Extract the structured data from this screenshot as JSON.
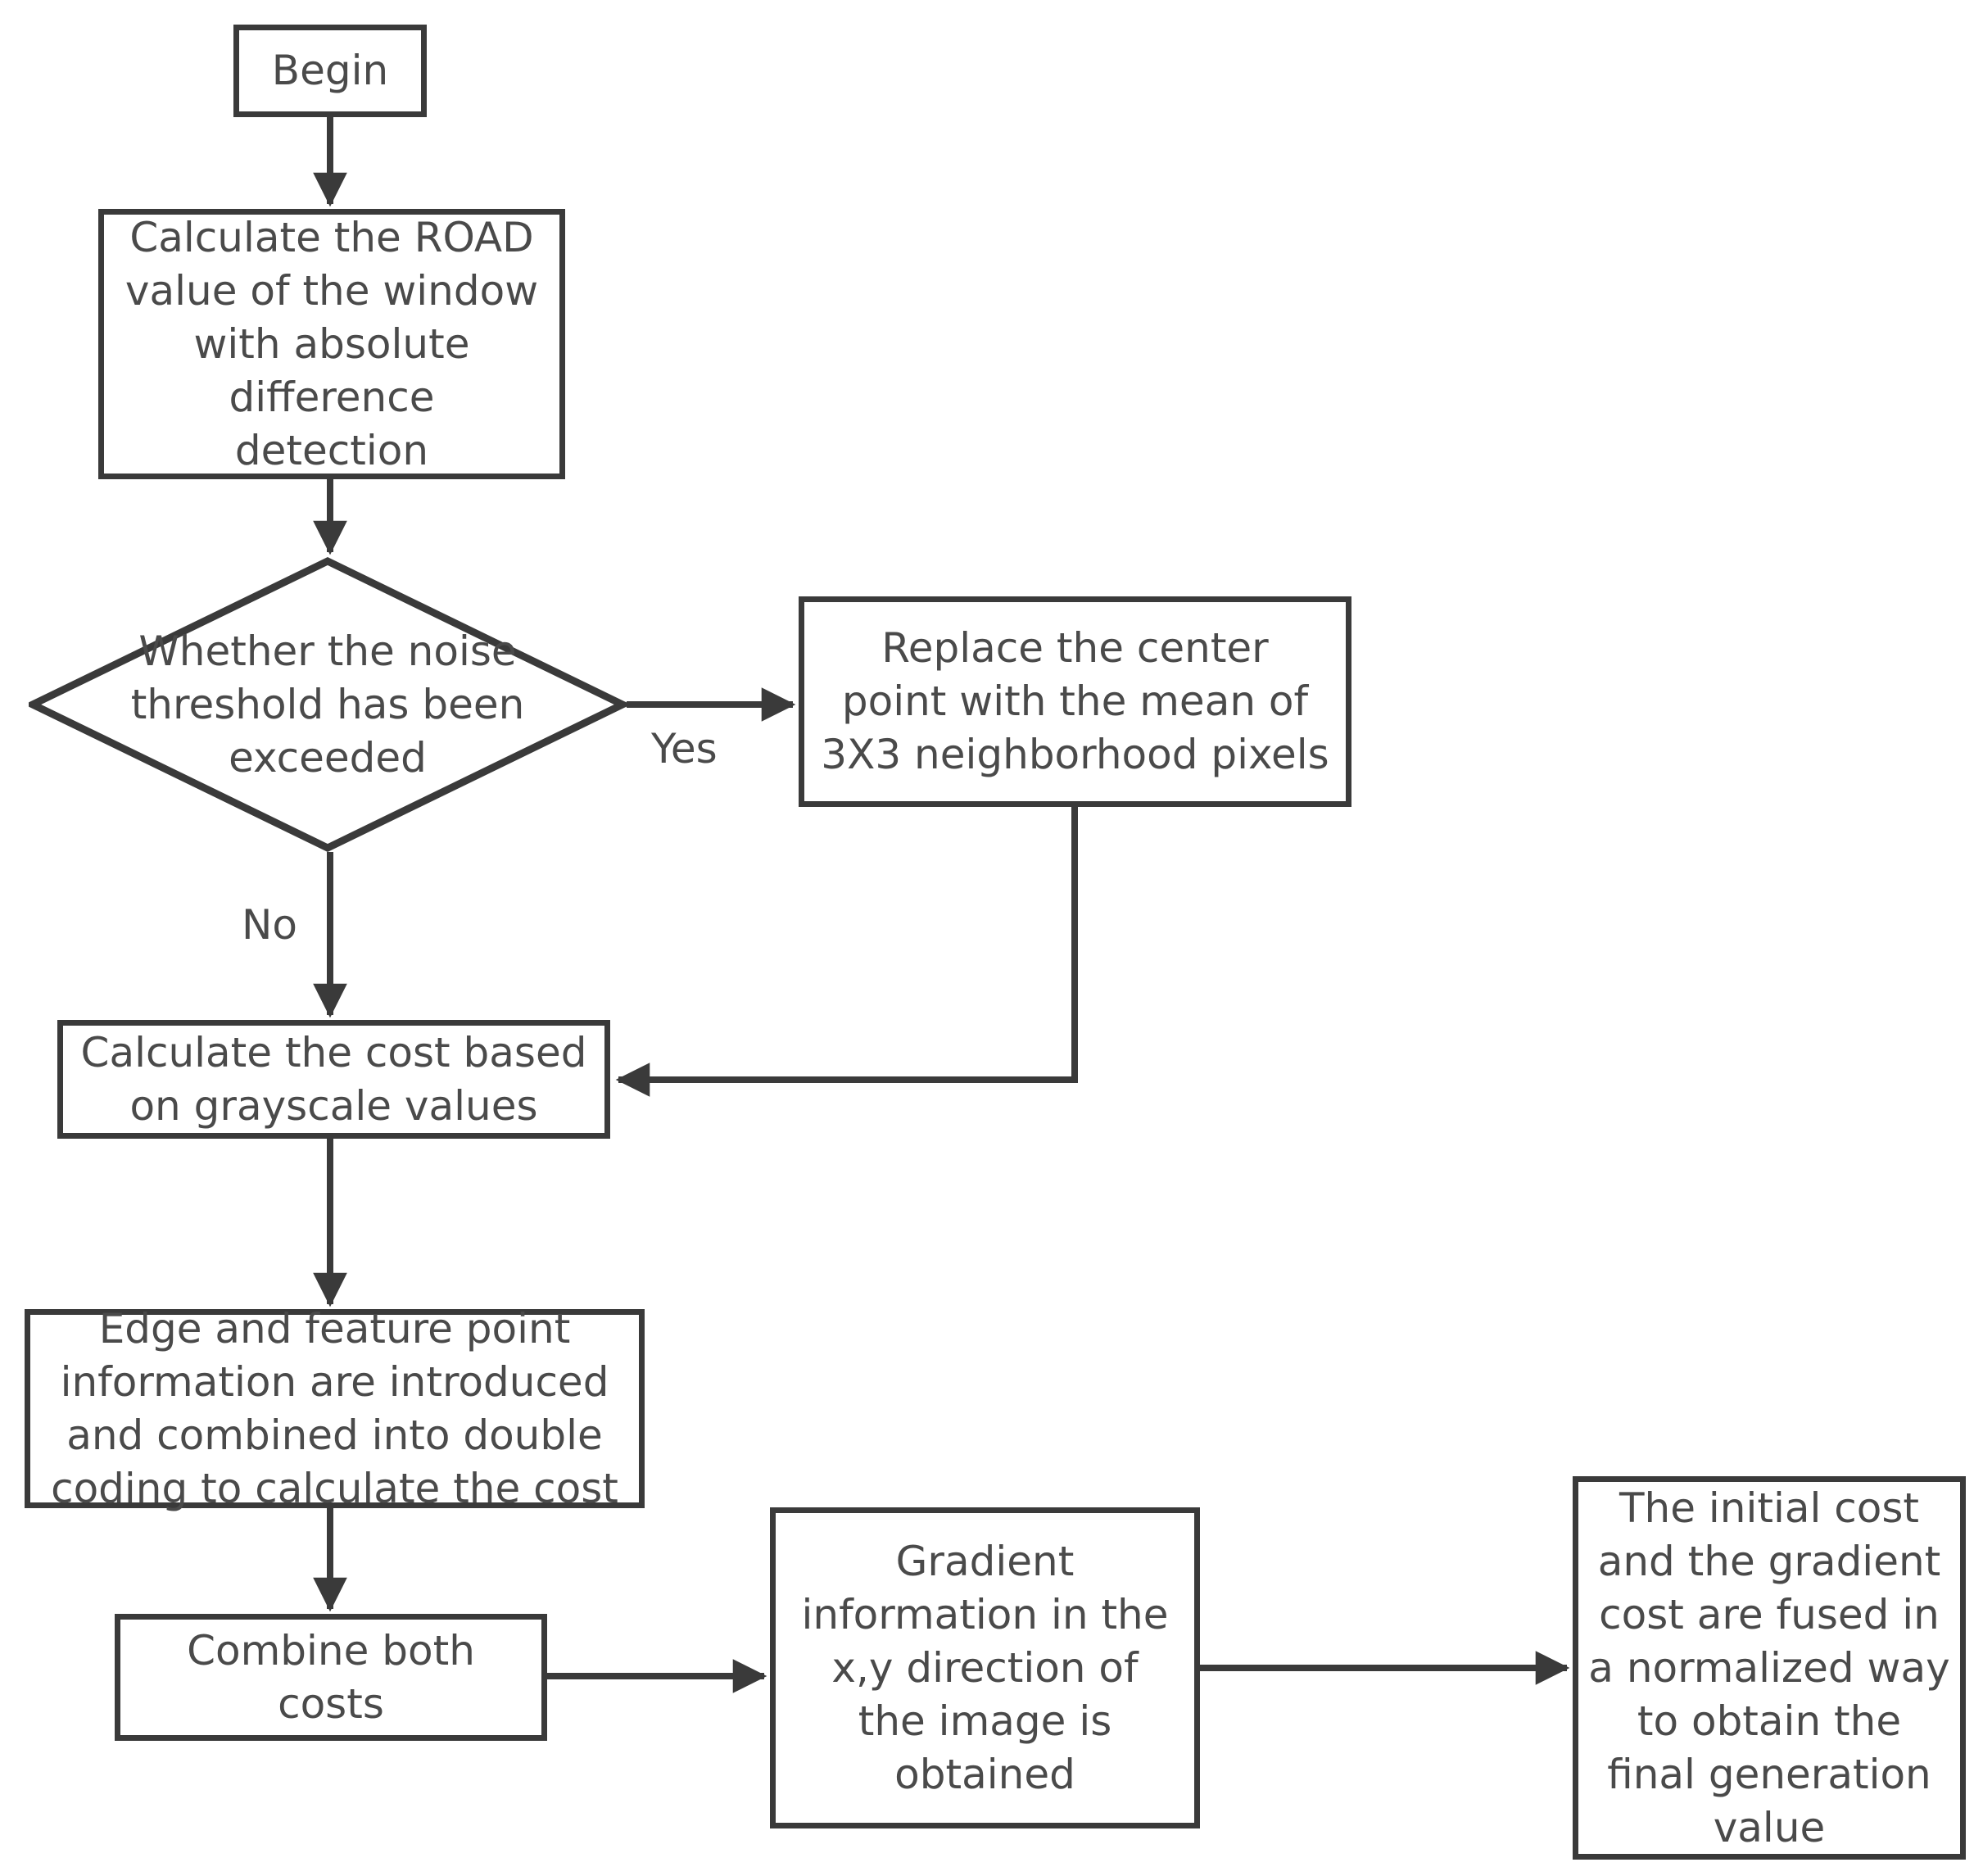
{
  "diagram": {
    "title": "Cost computation flowchart",
    "stroke_color": "#3a3a3a",
    "text_color": "#4a4a4a",
    "background_color": "#ffffff"
  },
  "nodes": {
    "begin": {
      "label": "Begin",
      "shape": "process"
    },
    "road": {
      "label": "Calculate the ROAD\nvalue of the window\nwith absolute\ndifference\ndetection",
      "shape": "process"
    },
    "decision": {
      "label": "Whether the noise\nthreshold has been\nexceeded",
      "shape": "decision"
    },
    "replace": {
      "label": "Replace the  center\npoint with the mean of\n3X3 neighborhood pixels",
      "shape": "process"
    },
    "grayscale": {
      "label": "Calculate the cost based\non grayscale values",
      "shape": "process"
    },
    "edge": {
      "label": "Edge and feature point\ninformation are introduced\nand combined into double\ncoding to calculate the cost",
      "shape": "process"
    },
    "combine": {
      "label": "Combine both\ncosts",
      "shape": "process"
    },
    "gradient": {
      "label": "Gradient\ninformation in the\nx,y direction of\nthe image is\nobtained",
      "shape": "process"
    },
    "final": {
      "label": "The initial cost\nand the gradient\ncost are fused in\na normalized way\nto obtain the\nfinal generation\nvalue",
      "shape": "process"
    }
  },
  "edge_labels": {
    "yes": "Yes",
    "no": "No"
  },
  "connections": [
    {
      "from": "begin",
      "to": "road",
      "label": ""
    },
    {
      "from": "road",
      "to": "decision",
      "label": ""
    },
    {
      "from": "decision",
      "to": "replace",
      "label": "Yes"
    },
    {
      "from": "decision",
      "to": "grayscale",
      "label": "No"
    },
    {
      "from": "replace",
      "to": "grayscale",
      "label": ""
    },
    {
      "from": "grayscale",
      "to": "edge",
      "label": ""
    },
    {
      "from": "edge",
      "to": "combine",
      "label": ""
    },
    {
      "from": "combine",
      "to": "gradient",
      "label": ""
    },
    {
      "from": "gradient",
      "to": "final",
      "label": ""
    }
  ]
}
